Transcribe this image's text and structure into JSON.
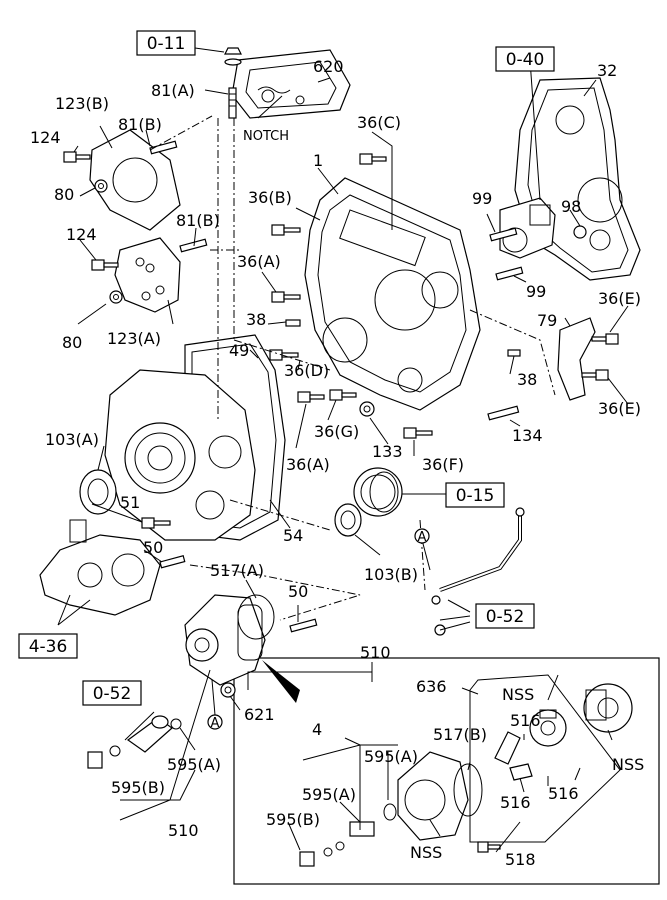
{
  "refs": {
    "r011": "0-11",
    "r040": "0-40",
    "r015": "0-15",
    "r052a": "0-52",
    "r052b": "0-52",
    "r436": "4-36"
  },
  "labels": {
    "l620": "620",
    "l81a": "81(A)",
    "notch": "NOTCH",
    "l32": "32",
    "l123b": "123(B)",
    "l81b1": "81(B)",
    "l124a": "124",
    "l80a": "80",
    "l36c": "36(C)",
    "l1": "1",
    "l36b": "36(B)",
    "l99a": "99",
    "l98": "98",
    "l124b": "124",
    "l81b2": "81(B)",
    "l36a1": "36(A)",
    "l99b": "99",
    "l36e1": "36(E)",
    "l80b": "80",
    "l123a": "123(A)",
    "l38a": "38",
    "l79": "79",
    "l49": "49",
    "l36d": "36(D)",
    "l38b": "38",
    "l36e2": "36(E)",
    "l103a": "103(A)",
    "l36g": "36(G)",
    "l133": "133",
    "l134": "134",
    "l36a2": "36(A)",
    "l36f": "36(F)",
    "l51": "51",
    "l54": "54",
    "l103b": "103(B)",
    "l50a": "50",
    "lA1": "A",
    "l517a": "517(A)",
    "l50b": "50",
    "l510a": "510",
    "l636": "636",
    "lnss1": "NSS",
    "l621": "621",
    "lA2": "A",
    "l595a1": "595(A)",
    "l595b1": "595(B)",
    "l510b": "510",
    "l4": "4",
    "l517b": "517(B)",
    "l595a2": "595(A)",
    "l595a3": "595(A)",
    "l516a": "516",
    "l595b2": "595(B)",
    "l516b": "516",
    "l516c": "516",
    "lnss2": "NSS",
    "lnss3": "NSS",
    "l518": "518"
  }
}
